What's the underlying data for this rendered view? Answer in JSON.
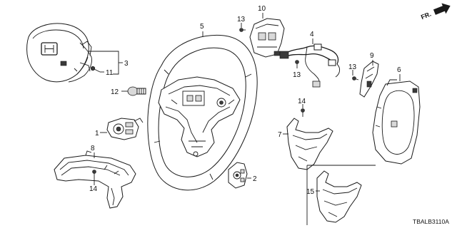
{
  "diagram": {
    "code": "TBALB3110A",
    "direction_label": "FR.",
    "callouts": {
      "c1": "1",
      "c2": "2",
      "c3": "3",
      "c4": "4",
      "c5": "5",
      "c6": "6",
      "c7": "7",
      "c8": "8",
      "c9": "9",
      "c10": "10",
      "c11": "11",
      "c12": "12",
      "c13a": "13",
      "c13b": "13",
      "c13c": "13",
      "c14a": "14",
      "c14b": "14",
      "c15": "15"
    }
  }
}
